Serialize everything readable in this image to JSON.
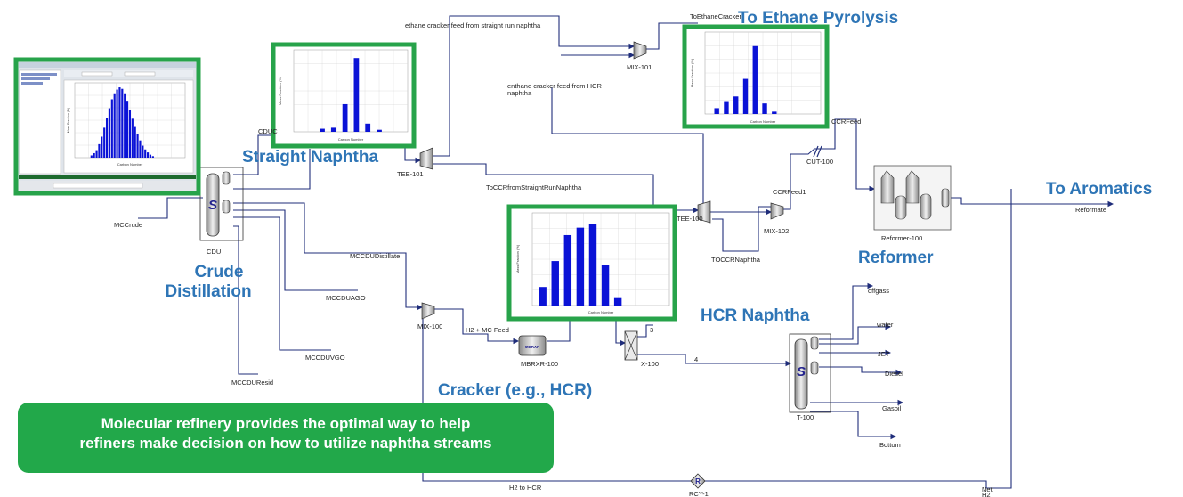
{
  "labels": {
    "to_ethane_pyrolysis": "To Ethane Pyrolysis",
    "straight_naphtha": "Straight Naphtha",
    "crude_distillation_1": "Crude",
    "crude_distillation_2": "Distillation",
    "to_aromatics": "To Aromatics",
    "reformer": "Reformer",
    "hcr_naphtha": "HCR Naphtha",
    "cracker": "Cracker (e.g., HCR)"
  },
  "banner": {
    "line1": "Molecular refinery provides the optimal way to help",
    "line2": "refiners make decision on how to utilize naphtha streams"
  },
  "streams": {
    "mccrude": "MCCrude",
    "cdu": "CDU",
    "cduc": "CDUC",
    "mccdudistillate": "MCCDUDistillate",
    "mccduago": "MCCDUAGO",
    "mccduvgo": "MCCDUVGO",
    "mccduresid": "MCCDUResid",
    "ethane_feed_srn": "ethane cracker feed from straight run naphtha",
    "ethane_feed_hcr_1": "enthane cracker feed from HCR",
    "ethane_feed_hcr_2": "naphtha",
    "to_ethane_cracker": "ToEthaneCracker",
    "mix101": "MIX-101",
    "tee101": "TEE-101",
    "toccr_srn": "ToCCRfromStraightRunNaphtha",
    "tee100": "TEE-100",
    "toccrnaphtha": "TOCCRNaphtha",
    "mix102": "MIX-102",
    "ccrfeed": "CCRFeed",
    "ccrfeed1": "CCRFeed1",
    "cut100": "CUT-100",
    "reformer100": "Reformer-100",
    "reformate": "Reformate",
    "mix100": "MIX-100",
    "h2_mc_feed": "H2 + MC Feed",
    "mbrxr100": "MBRXR-100",
    "x100": "X-100",
    "s3": "3",
    "s4": "4",
    "t100": "T-100",
    "offgass": "offgass",
    "water": "water",
    "jet": "JET",
    "diesel": "Diesel",
    "gasoil": "Gasoil",
    "bottom": "Bottom",
    "h2_to_hcr": "H2 to HCR",
    "rcy1": "RCY-1",
    "net_h2_1": "Net",
    "net_h2_2": "H2"
  },
  "chart_data": [
    {
      "type": "bar",
      "title": "",
      "xlabel": "Carbon Number",
      "ylabel": "Mass Fraction (%)",
      "values": [
        3,
        4,
        27,
        72,
        8,
        2
      ],
      "ylim": [
        0,
        80
      ]
    },
    {
      "type": "bar",
      "title": "",
      "xlabel": "Carbon Number",
      "ylabel": "Mass Fraction (%)",
      "values": [
        5,
        11,
        15,
        30,
        58,
        9,
        2
      ],
      "ylim": [
        0,
        70
      ]
    },
    {
      "type": "bar",
      "title": "",
      "xlabel": "Carbon Number",
      "ylabel": "Mass Fraction (%)",
      "values": [
        5,
        12,
        19,
        21,
        22,
        11,
        2
      ],
      "ylim": [
        0,
        25
      ]
    },
    {
      "type": "bar",
      "title": "",
      "xlabel": "Carbon Number",
      "ylabel": "Mass Fraction (%)",
      "values": [
        0.3,
        0.6,
        1,
        1.8,
        2.8,
        4,
        5.3,
        6.6,
        7.8,
        8.6,
        9.1,
        9.4,
        9.2,
        8.6,
        7.6,
        6.4,
        5.2,
        4.1,
        3.1,
        2.3,
        1.6,
        1.1,
        0.7,
        0.4,
        0.2
      ],
      "ylim": [
        0,
        10
      ]
    }
  ]
}
